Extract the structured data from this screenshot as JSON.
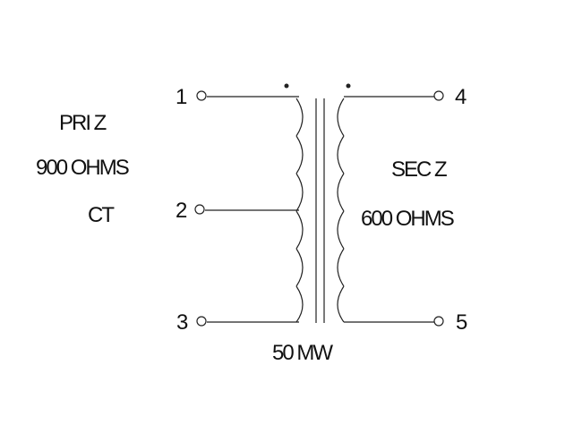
{
  "primary": {
    "label": "PRI Z",
    "impedance": "900 OHMS",
    "tap": "CT"
  },
  "secondary": {
    "label": "SEC Z",
    "impedance": "600 OHMS"
  },
  "power": "50 MW",
  "pins": [
    "1",
    "2",
    "3",
    "4",
    "5"
  ],
  "colors": {
    "line": "#222222",
    "background": "#ffffff"
  }
}
